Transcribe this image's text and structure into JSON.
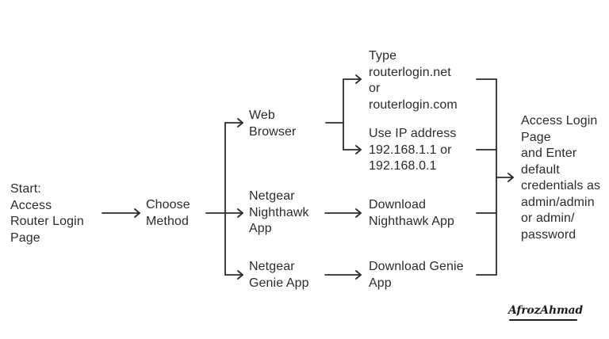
{
  "nodes": {
    "start": [
      "Start:",
      "Access",
      "Router Login",
      "Page"
    ],
    "choose_method": [
      "Choose",
      "Method"
    ],
    "web_browser": [
      "Web",
      "Browser"
    ],
    "nighthawk_app": [
      "Netgear",
      "Nighthawk",
      "App"
    ],
    "genie_app": [
      "Netgear",
      "Genie App"
    ],
    "type_url": [
      "Type",
      "routerlogin.net",
      "or",
      "routerlogin.com"
    ],
    "use_ip": [
      "Use IP address",
      "192.168.1.1 or",
      "192.168.0.1"
    ],
    "download_nighthawk": [
      "Download",
      "Nighthawk App"
    ],
    "download_genie": [
      "Download Genie",
      "App"
    ],
    "access_login": [
      "Access Login",
      "Page",
      "and Enter",
      "default",
      "credentials as",
      "admin/admin",
      "or admin/",
      "password"
    ]
  },
  "watermark": "AfrozAhmad",
  "colors": {
    "text": "#2b2b2b",
    "line": "#2b2b2b",
    "background": "#ffffff"
  }
}
